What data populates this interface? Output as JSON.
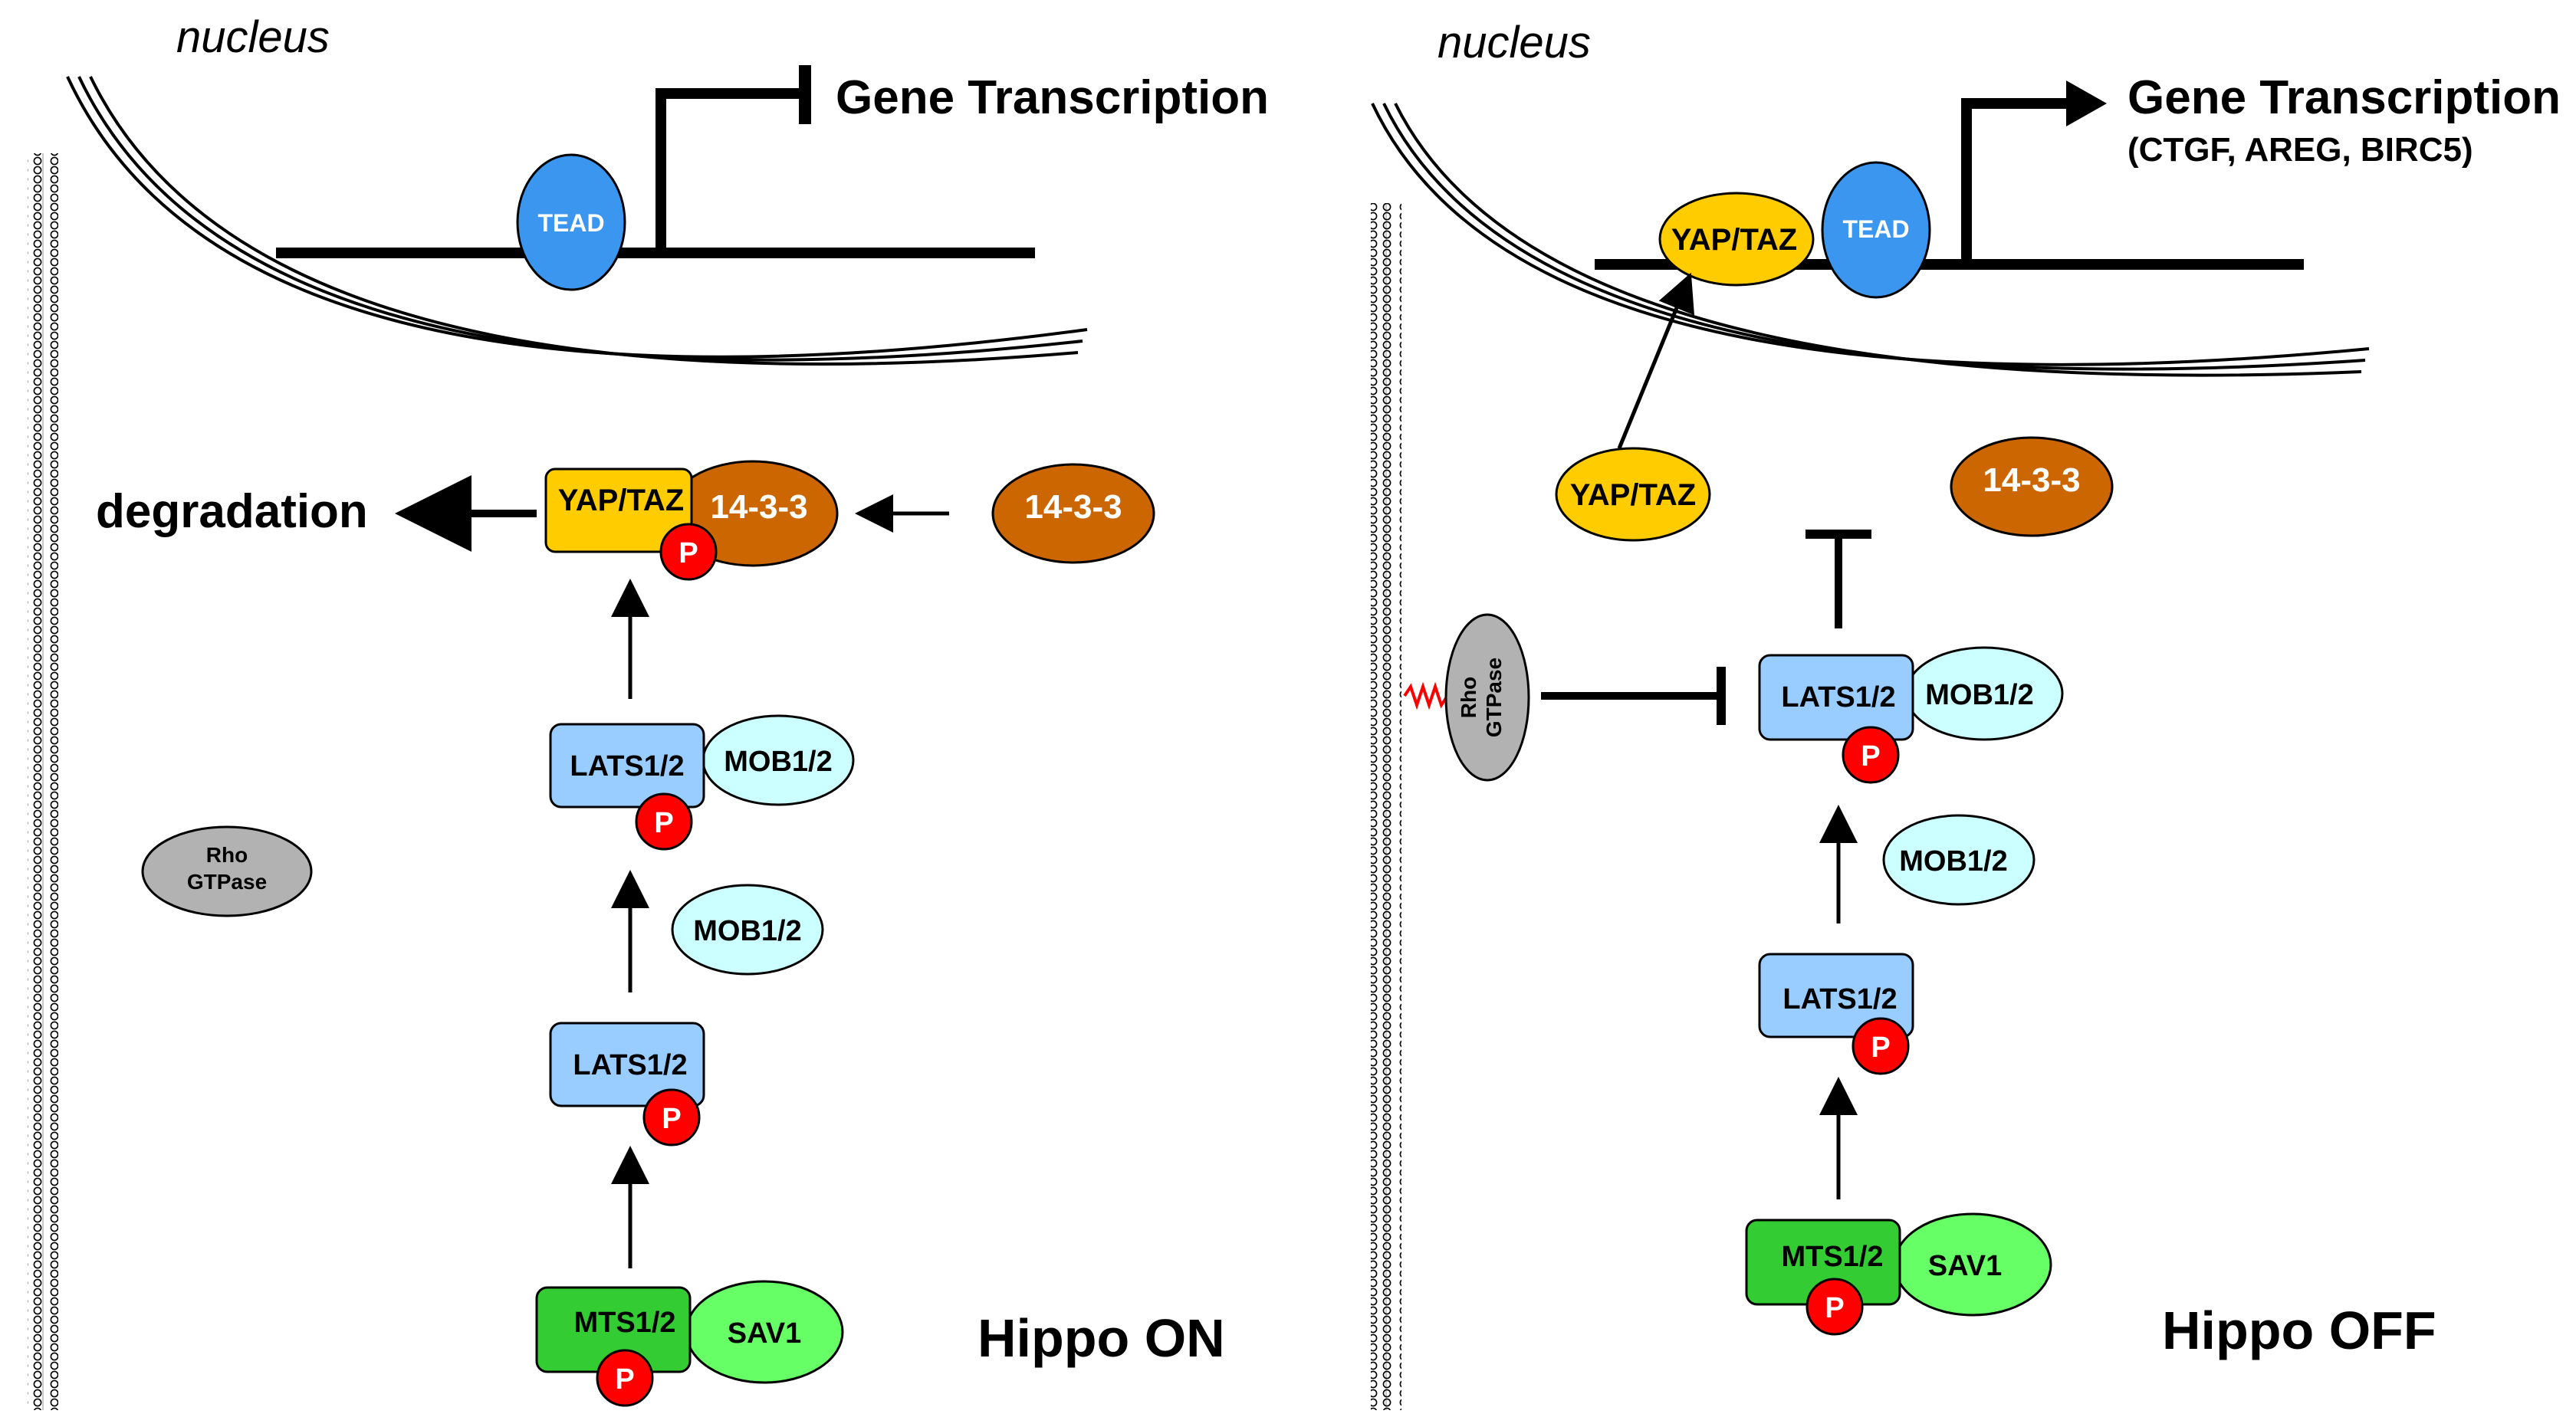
{
  "left_panel": {
    "nucleus": "nucleus",
    "gene_transcription": "Gene Transcription",
    "tead": "TEAD",
    "degradation": "degradation",
    "yap_taz": "YAP/TAZ",
    "p_yap": "P",
    "fourteen_bound": "14-3-3",
    "fourteen_free": "14-3-3",
    "lats_top": "LATS1/2",
    "p_lats_top": "P",
    "mob_bound": "MOB1/2",
    "mob_free": "MOB1/2",
    "lats_bottom": "LATS1/2",
    "p_lats_bottom": "P",
    "mts": "MTS1/2",
    "p_mts": "P",
    "sav": "SAV1",
    "rho_line1": "Rho",
    "rho_line2": "GTPase",
    "state": "Hippo ON"
  },
  "right_panel": {
    "nucleus": "nucleus",
    "gene_transcription": "Gene Transcription",
    "targets": "(CTGF, AREG, BIRC5)",
    "tead": "TEAD",
    "yap_nuclear": "YAP/TAZ",
    "yap_cyto": "YAP/TAZ",
    "fourteen": "14-3-3",
    "lats_top": "LATS1/2",
    "p_lats_top": "P",
    "mob_bound": "MOB1/2",
    "mob_free": "MOB1/2",
    "lats_bottom": "LATS1/2",
    "p_lats_bottom": "P",
    "mts": "MTS1/2",
    "p_mts": "P",
    "sav": "SAV1",
    "rho_line1": "Rho",
    "rho_line2": "GTPase",
    "state": "Hippo OFF"
  },
  "colors": {
    "tead": "#3a96ee",
    "yap": "#ffcc00",
    "fourteen": "#cc6600",
    "lats": "#99ccff",
    "mob": "#ccffff",
    "mts": "#33cc33",
    "sav": "#66ff66",
    "phospho": "#ff0000",
    "rho": "#b2b2b2"
  }
}
